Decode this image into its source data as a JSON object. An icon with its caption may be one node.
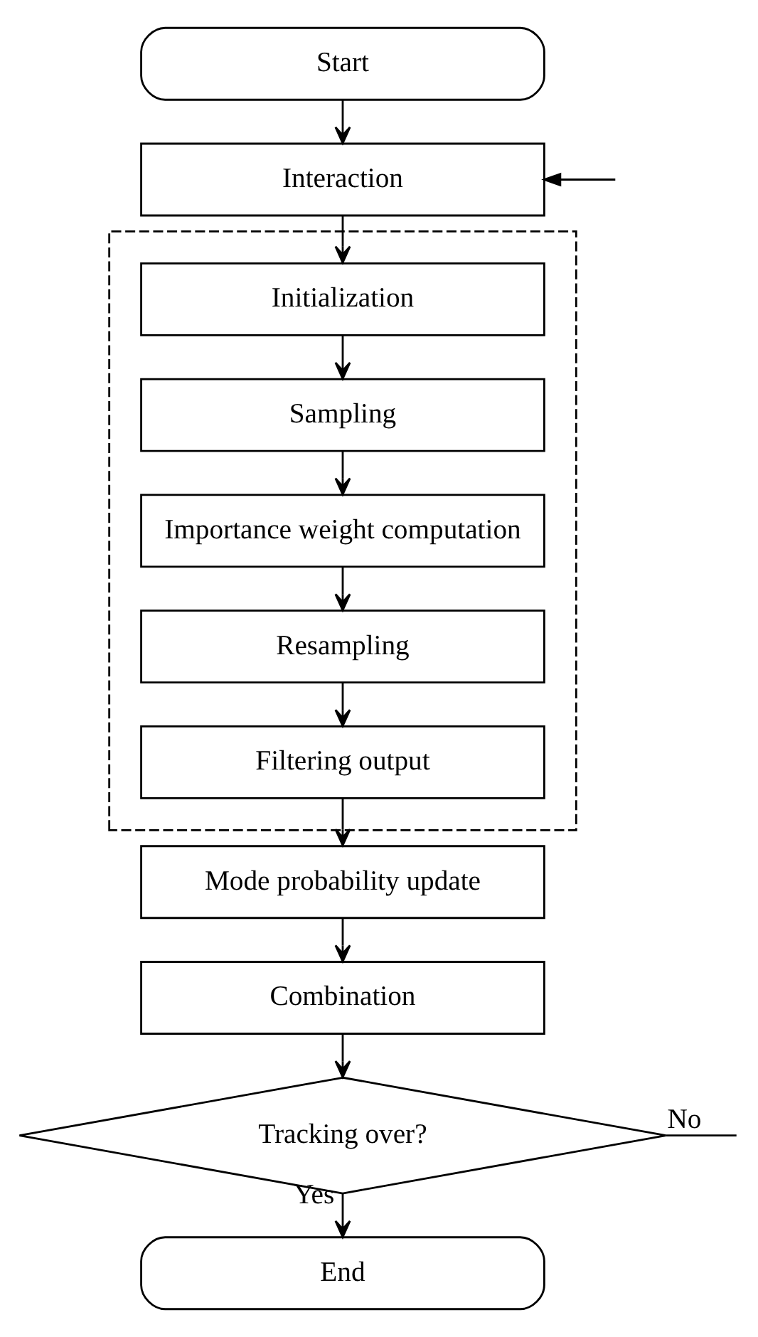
{
  "diagram": {
    "nodes": [
      {
        "text": [
          "Start"
        ]
      },
      {
        "text": [
          "Interaction"
        ]
      },
      {
        "text": [],
        "shape": "box"
      },
      {
        "text": [
          "Initialization"
        ],
        "in": 2
      },
      {
        "text": [
          "Sampling"
        ],
        "in": 2
      },
      {
        "text": [
          "Importance weight computation"
        ],
        "in": 2
      },
      {
        "text": [
          "Resampling"
        ],
        "in": 2
      },
      {
        "text": [
          "Filtering output"
        ],
        "in": 2
      },
      {
        "text": [
          "Mode probability update"
        ]
      },
      {
        "text": [
          "Combination"
        ]
      },
      {
        "text": [
          "Tracking over?"
        ]
      },
      {
        "text": [
          "End"
        ]
      }
    ],
    "edges": [
      {
        "from": 0,
        "to": 1,
        "arrow": "to"
      },
      {
        "from": null,
        "to": 1,
        "arrow": "to"
      },
      {
        "from": 1,
        "to": 3,
        "arrow": "to"
      },
      {
        "from": 3,
        "to": 4,
        "arrow": "to"
      },
      {
        "from": 4,
        "to": 5,
        "arrow": "to"
      },
      {
        "from": 5,
        "to": 6,
        "arrow": "to"
      },
      {
        "from": 6,
        "to": 7,
        "arrow": "to"
      },
      {
        "from": 7,
        "to": 8,
        "arrow": "to"
      },
      {
        "from": 8,
        "to": 9,
        "arrow": "to"
      },
      {
        "from": 9,
        "to": 10,
        "arrow": "to"
      },
      {
        "from": 10,
        "to": null,
        "label": "No",
        "arrow": "none"
      },
      {
        "from": 10,
        "to": 11,
        "label": "Yes",
        "arrow": "to"
      }
    ]
  }
}
